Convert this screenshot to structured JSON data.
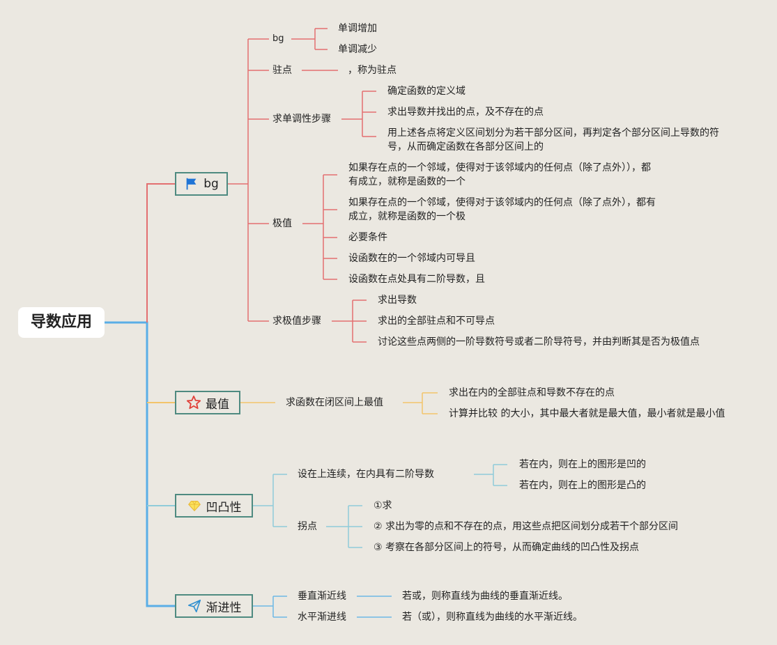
{
  "root": "导数应用",
  "branches": {
    "b1": {
      "label": "bg",
      "icon": "flag-icon",
      "color": "#e36f70",
      "children": {
        "mono": {
          "label": "bg",
          "items": [
            "单调增加",
            "单调减少"
          ]
        },
        "stationary": {
          "label": "驻点",
          "items": [
            "，称为驻点"
          ]
        },
        "mono_steps": {
          "label": "求单调性步骤",
          "items": [
            "确定函数的定义域",
            "求出导数并找出的点，及不存在的点",
            "用上述各点将定义区间划分为若干部分区间，再判定各个部分区间上导数的符",
            "号，从而确定函数在各部分区间上的"
          ]
        },
        "extreme": {
          "label": "极值",
          "items": [
            "如果存在点的一个邻域，使得对于该邻域内的任何点（除了点外）），都",
            "有成立，就称是函数的一个",
            "如果存在点的一个邻域，使得对于该邻域内的任何点（除了点外），都有",
            "成立，就称是函数的一个极",
            "必要条件",
            "设函数在的一个邻域内可导且",
            "设函数在点处具有二阶导数，且"
          ]
        },
        "extreme_steps": {
          "label": "求极值步骤",
          "items": [
            "求出导数",
            "求出的全部驻点和不可导点",
            "讨论这些点两侧的一阶导数符号或者二阶导符号，并由判断其是否为极值点"
          ]
        }
      }
    },
    "b2": {
      "label": "最值",
      "icon": "star-icon",
      "color": "#f3c46a",
      "child": {
        "label": "求函数在闭区间上最值",
        "items": [
          "求出在内的全部驻点和导数不存在的点",
          "计算并比较 的大小，其中最大者就是最大值，最小者就是最小值"
        ]
      }
    },
    "b3": {
      "label": "凹凸性",
      "icon": "diamond-icon",
      "color": "#8fcbd9",
      "children": {
        "cond": {
          "label": "设在上连续，在内具有二阶导数",
          "items": [
            "若在内，则在上的图形是凹的",
            "若在内，则在上的图形是凸的"
          ]
        },
        "inflection": {
          "label": "拐点",
          "items": [
            "①求",
            "② 求出为零的点和不存在的点，用这些点把区间划分成若干个部分区间",
            "③ 考察在各部分区间上的符号，从而确定曲线的凹凸性及拐点"
          ]
        }
      }
    },
    "b4": {
      "label": "渐进性",
      "icon": "send-icon",
      "color": "#6cb7e6",
      "children": {
        "vertical": {
          "label": "垂直渐近线",
          "text": "若或，则称直线为曲线的垂直渐近线。"
        },
        "horizontal": {
          "label": "水平渐进线",
          "text": "若（或），则称直线为曲线的水平渐近线。"
        }
      }
    }
  },
  "colors": {
    "trunk": "#5aaee6",
    "red": "#e36f70",
    "yellow": "#f3c46a",
    "cyan": "#8fcbd9",
    "box_border": "#4e8a80"
  }
}
